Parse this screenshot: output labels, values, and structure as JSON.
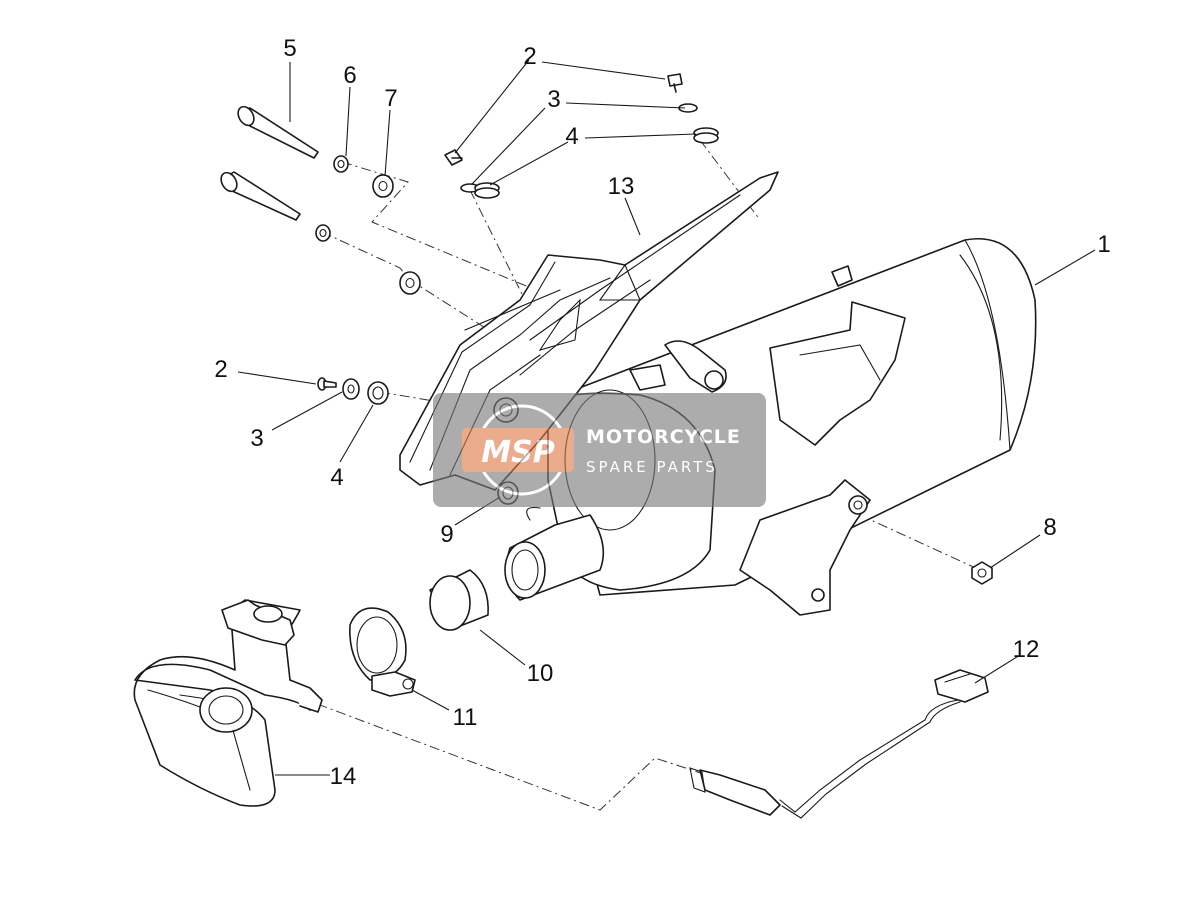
{
  "callouts": {
    "c1": "1",
    "c2a": "2",
    "c2b": "2",
    "c3a": "3",
    "c3b": "3",
    "c4a": "4",
    "c4b": "4",
    "c5": "5",
    "c6": "6",
    "c7": "7",
    "c8": "8",
    "c9": "9",
    "c10": "10",
    "c11": "11",
    "c12": "12",
    "c13": "13",
    "c14": "14"
  },
  "watermark": {
    "logo": "MSP",
    "title": "MOTORCYCLE",
    "subtitle": "SPARE PARTS"
  },
  "colors": {
    "line": "#1a1a1a",
    "watermark_bg": "#7a7a7a",
    "watermark_accent": "#e07a4a"
  }
}
